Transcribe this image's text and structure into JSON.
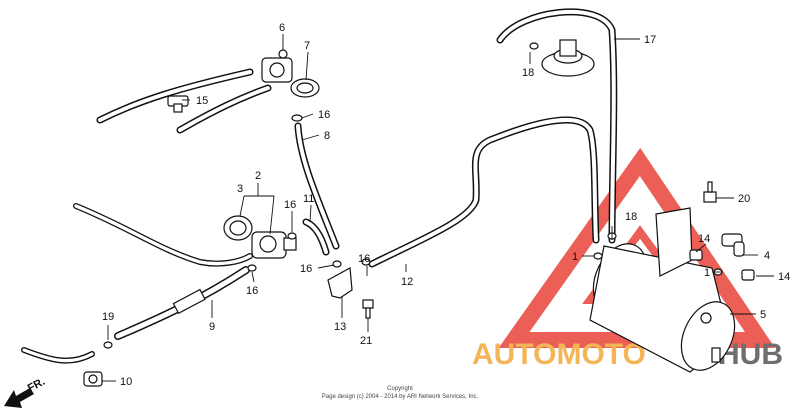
{
  "callouts": {
    "p1a": "1",
    "p1b": "1",
    "p2": "2",
    "p3": "3",
    "p4": "4",
    "p5": "5",
    "p6": "6",
    "p7": "7",
    "p8": "8",
    "p9": "9",
    "p10": "10",
    "p11": "11",
    "p12": "12",
    "p13": "13",
    "p14a": "14",
    "p14b": "14",
    "p15": "15",
    "p16a": "16",
    "p16b": "16",
    "p16c": "16",
    "p16d": "16",
    "p16e": "16",
    "p17": "17",
    "p18a": "18",
    "p18b": "18",
    "p19": "19",
    "p20": "20",
    "p21": "21"
  },
  "direction_label": "FR.",
  "copyright": {
    "line1": "Copyright",
    "line2": "Page design (c) 2004 - 2014 by ARI Network Services, Inc."
  },
  "watermark": {
    "text_left": "AUTOMOTO",
    "text_right": "HUB",
    "color_triangle": "#e8443a",
    "color_text": "#f2a93b"
  }
}
